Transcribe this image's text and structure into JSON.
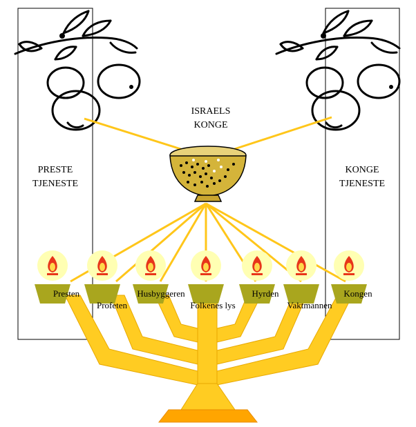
{
  "title": {
    "line1": "ISRAELS",
    "line2": "KONGE"
  },
  "left_box": {
    "line1": "PRESTE",
    "line2": "TJENESTE",
    "icon": "olive-branch-icon"
  },
  "right_box": {
    "line1": "KONGE",
    "line2": "TJENESTE",
    "icon": "olive-branch-icon"
  },
  "bowl": {
    "icon": "oil-bowl-icon"
  },
  "lamps": [
    {
      "label": "Presten"
    },
    {
      "label": "Profeten"
    },
    {
      "label": "Husbyggeren"
    },
    {
      "label": "Folkenes lys"
    },
    {
      "label": "Hyrden"
    },
    {
      "label": "Vaktmannen"
    },
    {
      "label": "Kongen"
    }
  ],
  "colors": {
    "line": "#FFC61A",
    "menorah": "#FFCC22",
    "menorah_dark": "#E8A800",
    "cup": "#A9A61E",
    "base": "#FFA500",
    "glow": "#FFFFB3",
    "flame": "#E8351A",
    "bowl": "#D4B43A"
  }
}
